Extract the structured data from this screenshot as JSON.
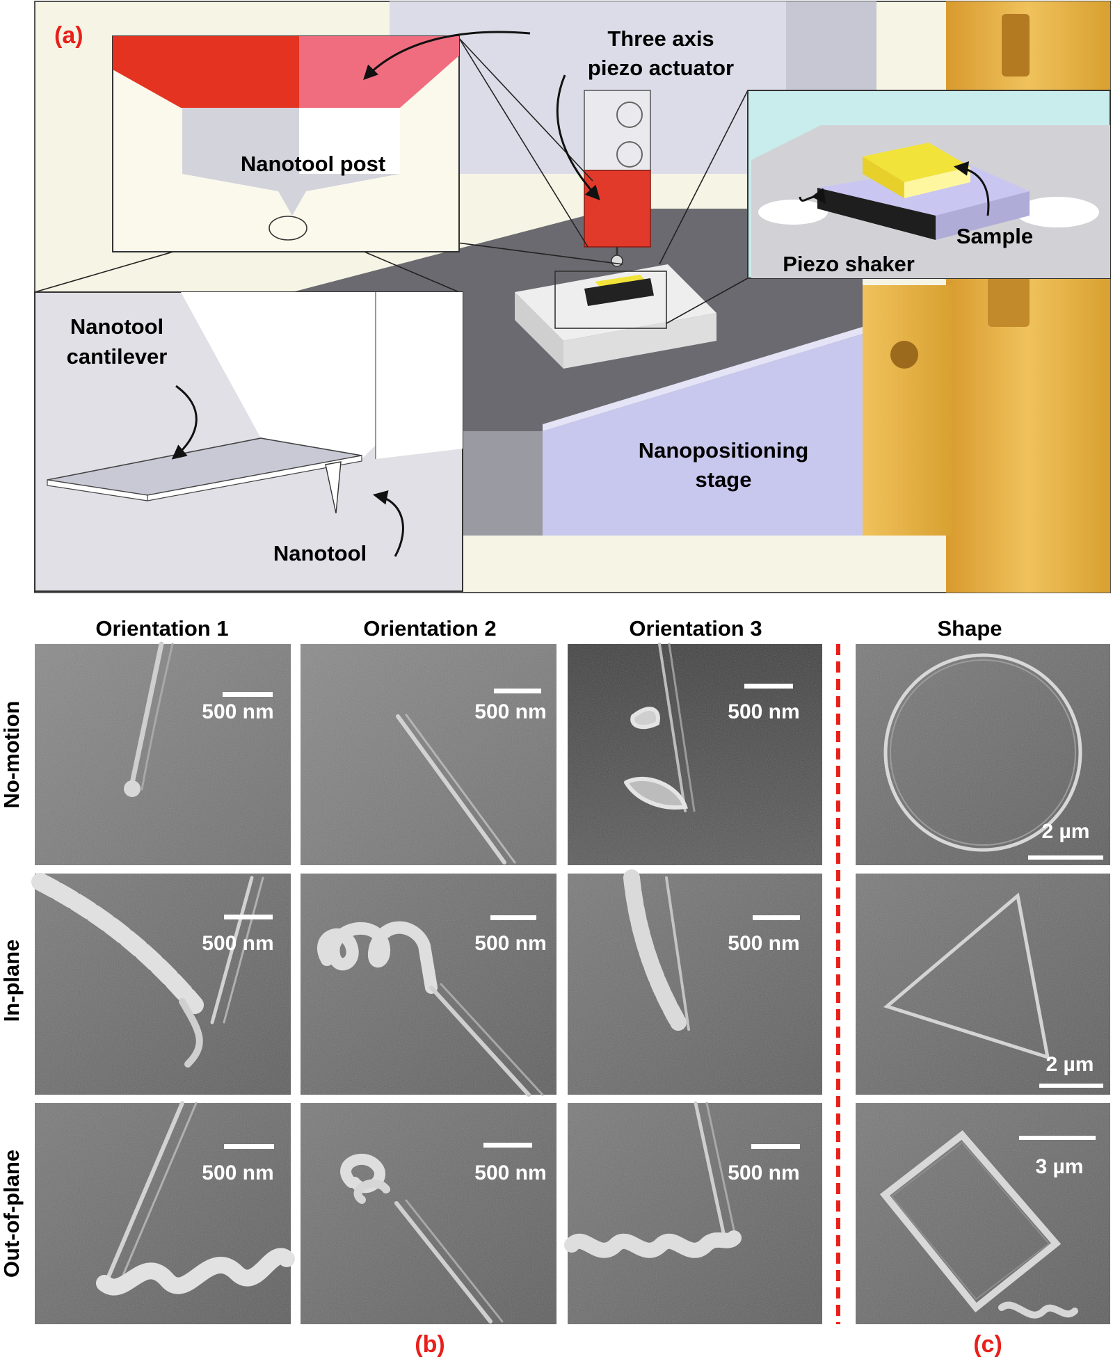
{
  "panel_a": {
    "label": "(a)",
    "callouts": {
      "actuator_line1": "Three axis",
      "actuator_line2": "piezo actuator",
      "post": "Nanotool post",
      "cantilever_line1": "Nanotool",
      "cantilever_line2": "cantilever",
      "tool": "Nanotool",
      "stage_line1": "Nanopositioning",
      "stage_line2": "stage",
      "sample": "Sample",
      "shaker": "Piezo shaker"
    }
  },
  "panel_b": {
    "label": "(b)",
    "columns": [
      "Orientation 1",
      "Orientation 2",
      "Orientation 3"
    ],
    "rows": [
      "No-motion",
      "In-plane",
      "Out-of-plane"
    ],
    "scale": "500 nm"
  },
  "panel_c": {
    "label": "(c)",
    "header": "Shape",
    "scales": [
      "2 µm",
      "2 µm",
      "3 µm"
    ]
  },
  "colors": {
    "label_red": "#e8201a",
    "divider_red": "#e8201a",
    "sem_gray": "#6a6a6a",
    "actuator_red": "#e23a2a",
    "post_pink": "#f06d7f",
    "sample_yellow": "#f2e33a",
    "stage_lavender": "#c8c8ee",
    "fixture_gold": "#e7b54a"
  }
}
